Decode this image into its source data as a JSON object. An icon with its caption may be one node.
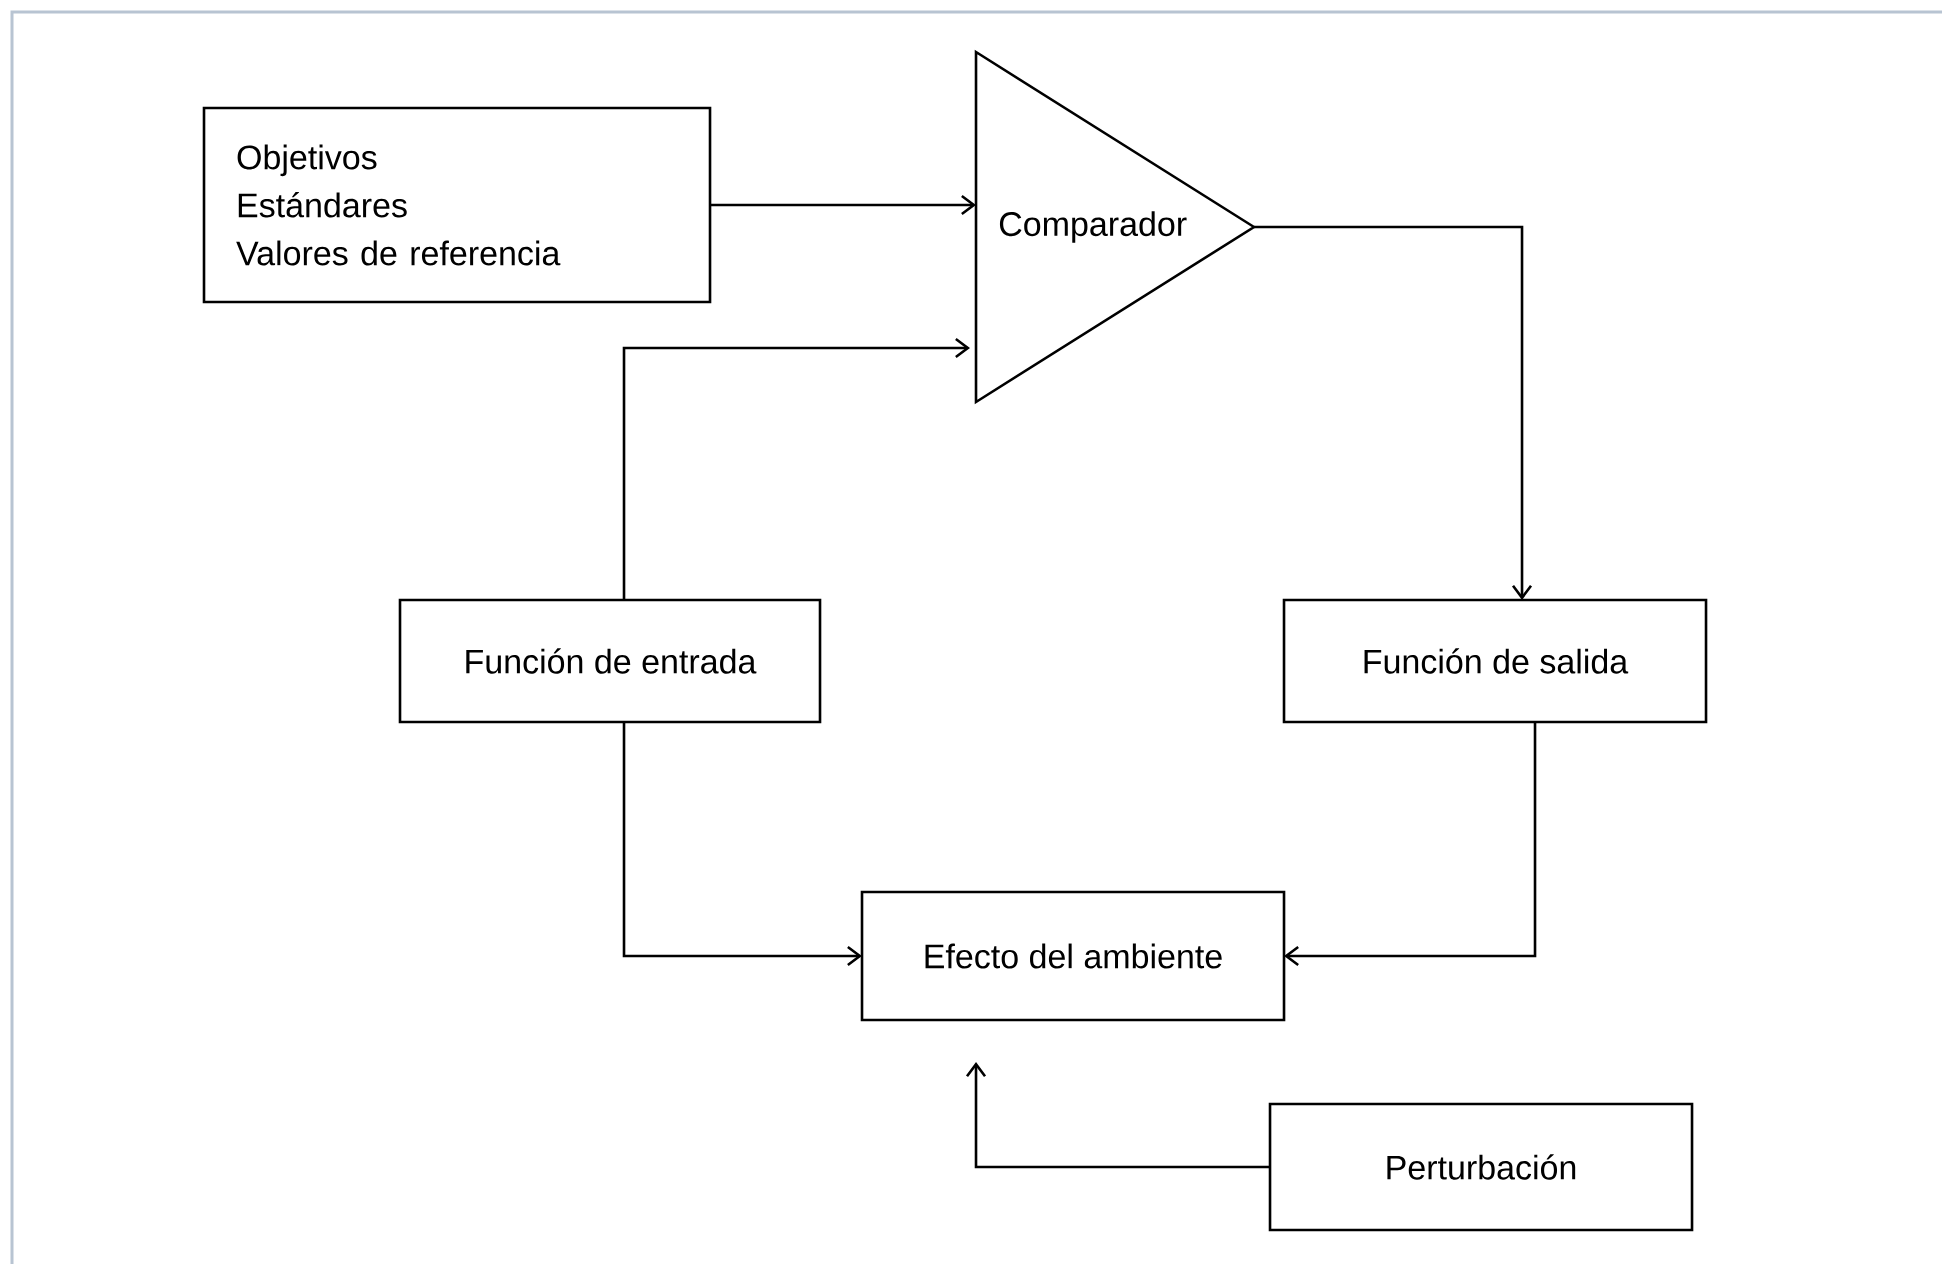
{
  "diagram": {
    "nodes": [
      {
        "text": [
          "Objetivos",
          "Estándares",
          "Valores de referencia"
        ]
      },
      {
        "text": [
          "Comparador"
        ]
      },
      {
        "text": [
          "Función de entrada"
        ]
      },
      {
        "text": [
          "Función de salida"
        ]
      },
      {
        "text": [
          "Efecto del ambiente"
        ]
      },
      {
        "text": [
          "Perturbación"
        ]
      }
    ],
    "edges": [
      {
        "from": 0,
        "to": 1,
        "arrow": "to"
      },
      {
        "from": 2,
        "to": 1,
        "arrow": "to"
      },
      {
        "from": 1,
        "to": 3,
        "arrow": "to"
      },
      {
        "from": 2,
        "to": 4,
        "arrow": "to"
      },
      {
        "from": 3,
        "to": 4,
        "arrow": "to"
      },
      {
        "from": 5,
        "to": 4,
        "arrow": "to"
      }
    ]
  }
}
